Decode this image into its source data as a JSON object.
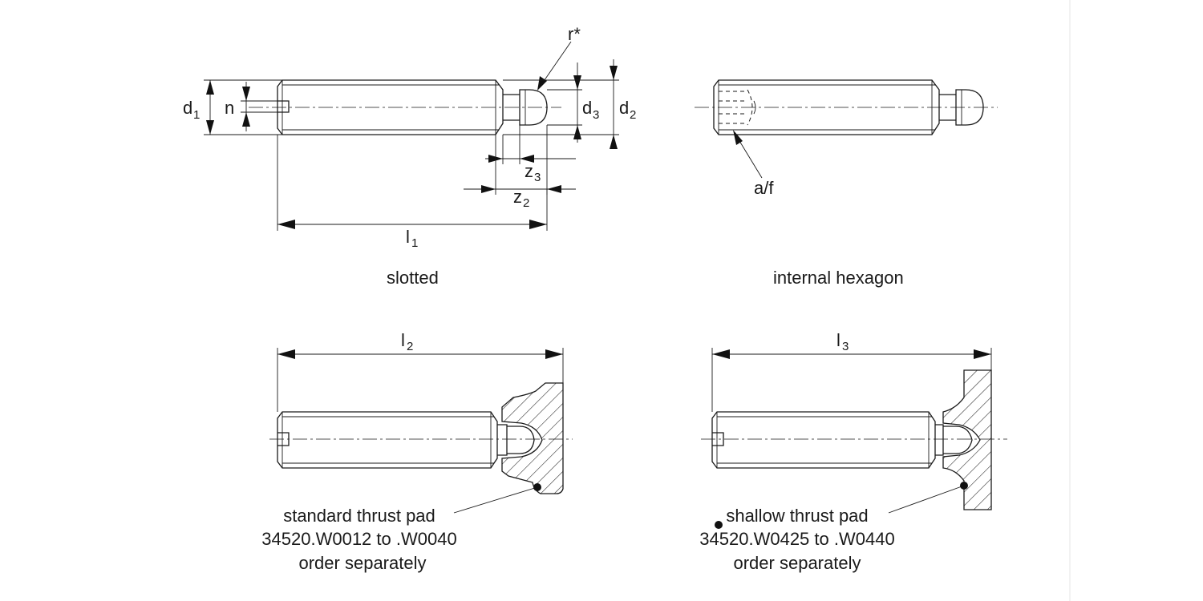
{
  "labels": {
    "d1": "d",
    "d1_sub": "1",
    "n": "n",
    "r": "r*",
    "d3": "d",
    "d3_sub": "3",
    "d2": "d",
    "d2_sub": "2",
    "z3": "z",
    "z3_sub": "3",
    "z2": "z",
    "z2_sub": "2",
    "l1": "l",
    "l1_sub": "1",
    "l2": "l",
    "l2_sub": "2",
    "l3": "l",
    "l3_sub": "3",
    "af": "a/f"
  },
  "captions": {
    "slotted": "slotted",
    "hexagon": "internal hexagon"
  },
  "notes": {
    "standard": [
      "standard thrust pad",
      "34520.W0012 to .W0040",
      "order separately"
    ],
    "shallow": [
      "shallow thrust pad",
      "34520.W0425 to .W0440",
      "order separately"
    ]
  },
  "colors": {
    "ink": "#1a1a1a",
    "background": "#ffffff"
  }
}
